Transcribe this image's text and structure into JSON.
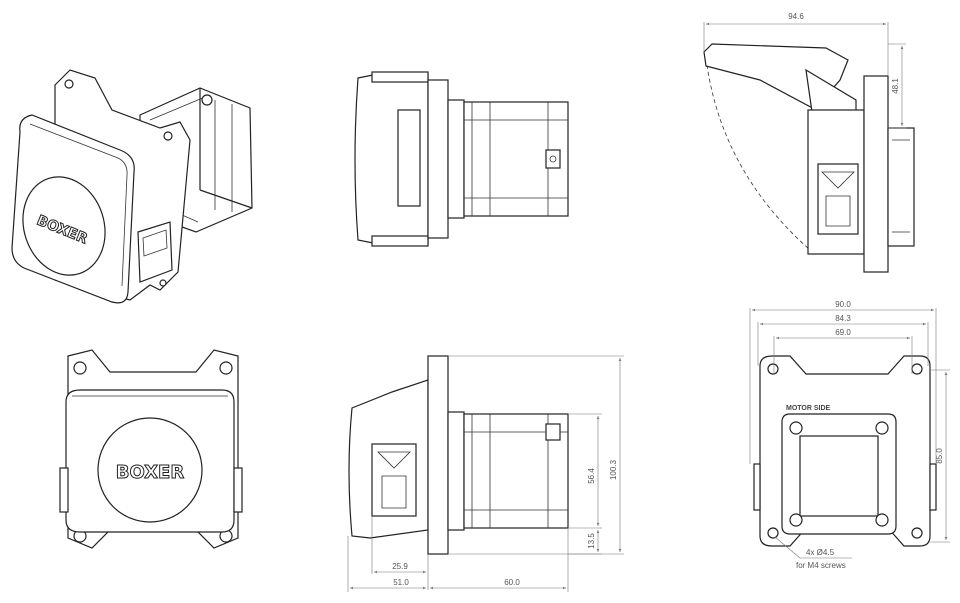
{
  "brand": {
    "logo_iso": "BOXER",
    "logo_front": "BOXER"
  },
  "labels": {
    "motor_side": "MOTOR SIDE",
    "screw_count": "4x Ø4.5",
    "screw_note": "for M4 screws"
  },
  "dimensions": {
    "side_width": "94.6",
    "side_height": "48.1",
    "flange_width": "90.0",
    "hole_spacing_x": "84.3",
    "cutout_width": "69.0",
    "flange_height": "85.0",
    "total_height": "100.3",
    "motor_height": "56.4",
    "base_offset": "13.5",
    "connector_offset": "25.9",
    "head_depth": "51.0",
    "motor_length": "60.0"
  },
  "colors": {
    "line": "#222222",
    "dimension": "#777777",
    "background": "#ffffff"
  }
}
